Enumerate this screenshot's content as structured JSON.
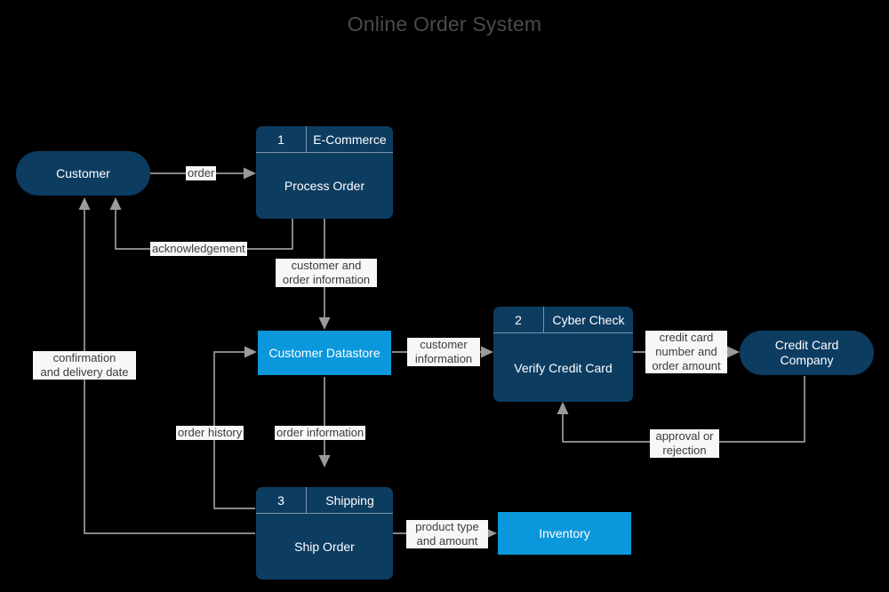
{
  "title": "Online Order System",
  "colors": {
    "background": "#000000",
    "process_fill": "#0d3c61",
    "entity_fill": "#0d3c61",
    "datastore_fill": "#0b97dc",
    "edge_stroke": "#9a9a9a",
    "label_bg": "#f7f7f7",
    "label_text": "#3c3c3c",
    "title_text": "#4a4a4a"
  },
  "entities": [
    {
      "id": "customer",
      "label": "Customer"
    },
    {
      "id": "credit-card-company",
      "label": "Credit Card\nCompany"
    }
  ],
  "processes": [
    {
      "id": "process-order",
      "number": "1",
      "owner": "E-Commerce",
      "name": "Process Order"
    },
    {
      "id": "verify-credit-card",
      "number": "2",
      "owner": "Cyber Check",
      "name": "Verify Credit Card"
    },
    {
      "id": "ship-order",
      "number": "3",
      "owner": "Shipping",
      "name": "Ship Order"
    }
  ],
  "datastores": [
    {
      "id": "customer-datastore",
      "label": "Customer Datastore"
    },
    {
      "id": "inventory",
      "label": "Inventory"
    }
  ],
  "flows": [
    {
      "id": "order",
      "label": "order",
      "from": "customer",
      "to": "process-order"
    },
    {
      "id": "acknowledgement",
      "label": "acknowledgement",
      "from": "process-order",
      "to": "customer"
    },
    {
      "id": "customer-and-order-information",
      "label": "customer and\norder information",
      "from": "process-order",
      "to": "customer-datastore"
    },
    {
      "id": "customer-information",
      "label": "customer\ninformation",
      "from": "customer-datastore",
      "to": "verify-credit-card"
    },
    {
      "id": "credit-card-number-and-order-amount",
      "label": "credit card\nnumber and\norder amount",
      "from": "verify-credit-card",
      "to": "credit-card-company"
    },
    {
      "id": "approval-or-rejection",
      "label": "approval or\nrejection",
      "from": "credit-card-company",
      "to": "verify-credit-card"
    },
    {
      "id": "order-information",
      "label": "order information",
      "from": "customer-datastore",
      "to": "ship-order"
    },
    {
      "id": "order-history",
      "label": "order history",
      "from": "ship-order",
      "to": "customer-datastore"
    },
    {
      "id": "product-type-and-amount",
      "label": "product type\nand amount",
      "from": "ship-order",
      "to": "inventory"
    },
    {
      "id": "confirmation-and-delivery-date",
      "label": "confirmation\nand delivery date",
      "from": "ship-order",
      "to": "customer"
    }
  ]
}
